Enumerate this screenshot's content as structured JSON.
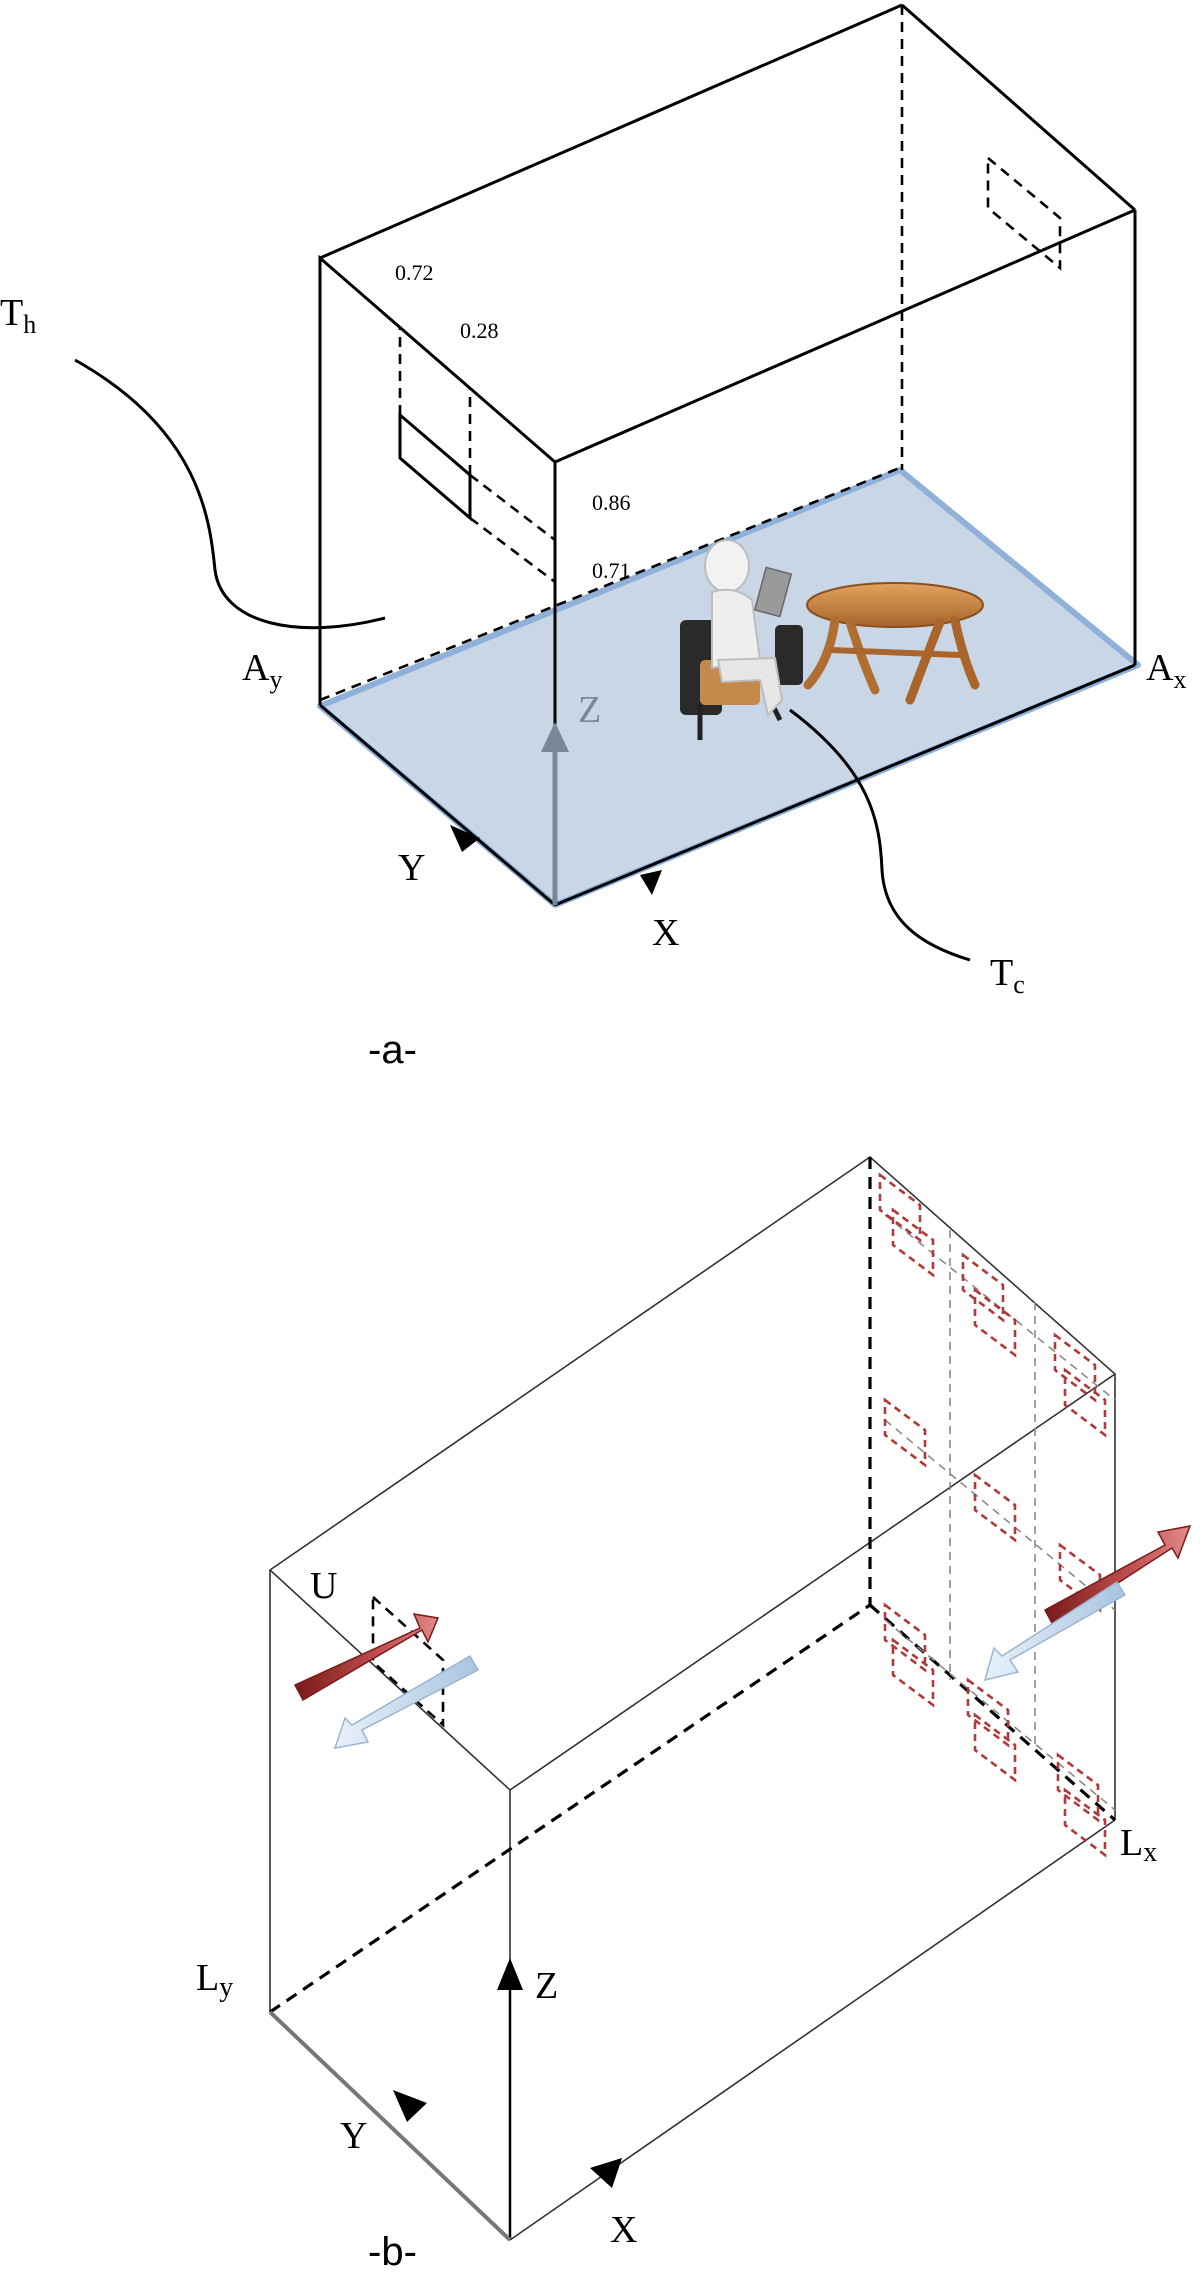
{
  "diagram_a": {
    "caption": "-a-",
    "labels": {
      "th": "T",
      "th_sub": "h",
      "tc": "T",
      "tc_sub": "c",
      "ay": "A",
      "ay_sub": "y",
      "ax": "A",
      "ax_sub": "x",
      "z": "Z",
      "y": "Y",
      "x": "X"
    },
    "dimensions": {
      "d1": "0.72",
      "d2": "0.28",
      "d3": "0.86",
      "d4": "0.71"
    },
    "colors": {
      "floor_fill": "#c9d6e6",
      "floor_edge": "#8fb0d8",
      "z_axis": "#7a8797"
    }
  },
  "diagram_b": {
    "caption": "-b-",
    "labels": {
      "u": "U",
      "ly": "L",
      "ly_sub": "y",
      "lx": "L",
      "lx_sub": "x",
      "z": "Z",
      "y": "Y",
      "x": "X"
    },
    "colors": {
      "warm_arrow": "#a83232",
      "cool_arrow": "#c7dcef",
      "vent_outline": "#b03a3a"
    }
  }
}
